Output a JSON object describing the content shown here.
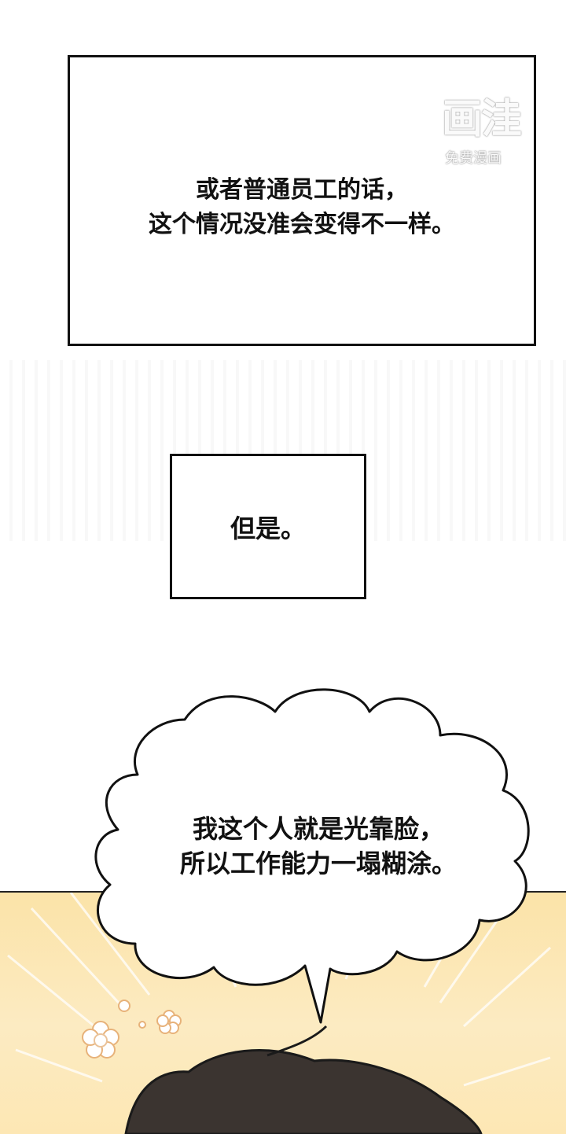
{
  "watermark": {
    "big": "画洼",
    "small": "免费漫画"
  },
  "panel_1": {
    "lines": [
      "或者普通员工的话，",
      "这个情况没准会变得不一样。"
    ]
  },
  "panel_2": {
    "text": "但是。"
  },
  "speech_bubble": {
    "lines": [
      "我这个人就是光靠脸，",
      "所以工作能力一塌糊涂。"
    ]
  }
}
